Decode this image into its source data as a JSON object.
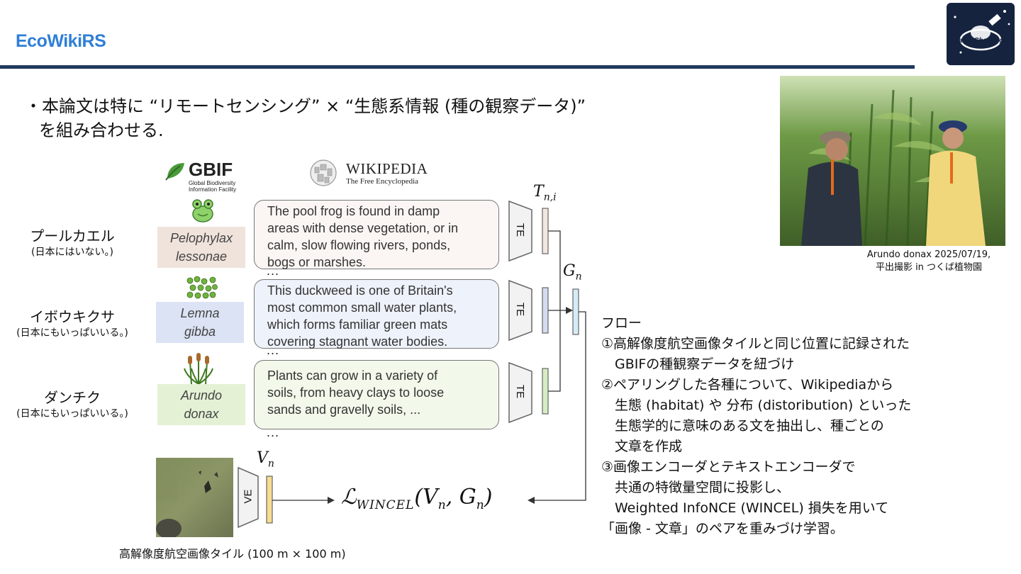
{
  "header": {
    "title": "EcoWikiRS"
  },
  "intro": {
    "line1": "・本論文は特に “リモートセンシング” × “生態系情報 (種の観察データ)”",
    "line2": "を組み合わせる."
  },
  "logos": {
    "gbif_name": "GBIF",
    "gbif_sub1": "Global Biodiversity",
    "gbif_sub2": "Information Facility",
    "wiki_name": "WIKIPEDIA",
    "wiki_sub": "The Free Encyclopedia",
    "challenge_logo_text": "SatAI Challenge"
  },
  "species": [
    {
      "jp": "プールカエル",
      "note": "(日本にはいない。)",
      "sci1": "Pelophylax",
      "sci2": "lessonae",
      "text": [
        "The pool frog is found in damp",
        "areas with dense vegetation, or in",
        "calm, slow flowing rivers, ponds,",
        "bogs or marshes."
      ],
      "box_color": "#efe3dc",
      "text_bg": "#fbf6f3",
      "bar_color": "#f3e6df",
      "icon": "frog-icon"
    },
    {
      "jp": "イボウキクサ",
      "note": "(日本にもいっぱいいる。)",
      "sci1": "Lemna",
      "sci2": "gibba",
      "text": [
        "This duckweed is one of Britain's",
        "most common small water plants,",
        "which forms familiar green mats",
        "covering stagnant water bodies."
      ],
      "box_color": "#dbe3f4",
      "text_bg": "#eef2fa",
      "bar_color": "#d5dcf1",
      "icon": "duckweed-icon"
    },
    {
      "jp": "ダンチク",
      "note": "(日本にもいっぱいいる。)",
      "sci1": "Arundo",
      "sci2": "donax",
      "text": [
        "Plants can grow in a variety of",
        "soils, from heavy clays to loose",
        "sands and gravelly soils, ..."
      ],
      "box_color": "#e4f1d5",
      "text_bg": "#f2f8ea",
      "bar_color": "#d6edc3",
      "icon": "reed-icon"
    }
  ],
  "diagram": {
    "ellipsis": "...",
    "te_label": "TE",
    "ve_label": "VE",
    "t_label": "T",
    "t_sub": "n,i",
    "g_label": "G",
    "g_sub": "n",
    "v_label": "V",
    "v_sub": "n",
    "loss_L": "ℒ",
    "loss_sub": "WINCEL",
    "loss_args": "(V",
    "loss_args_sub1": "n",
    "loss_args_mid": ", G",
    "loss_args_sub2": "n",
    "loss_args_end": ")",
    "aerial_caption": "高解像度航空画像タイル (100 m × 100 m)",
    "gn_bar_color": "#d6ecf7",
    "vn_bar_color": "#f7dc8f"
  },
  "photo": {
    "caption1": "Arundo donax 2025/07/19,",
    "caption2": "平出撮影 in つくば植物園"
  },
  "flow": {
    "lines": [
      "フロー",
      "①高解像度航空画像タイルと同じ位置に記録された",
      "　GBIFの種観察データを紐づけ",
      "②ペアリングした各種について、Wikipediaから",
      "　生態 (habitat) や 分布 (distoribution) といった",
      "　生態学的に意味のある文を抽出し、種ごとの",
      "　文章を作成",
      "③画像エンコーダとテキストエンコーダで",
      "　共通の特徴量空間に投影し、",
      "　Weighted InfoNCE (WINCEL) 損失を用いて",
      "「画像 - 文章」のペアを重みづけ学習。"
    ]
  }
}
